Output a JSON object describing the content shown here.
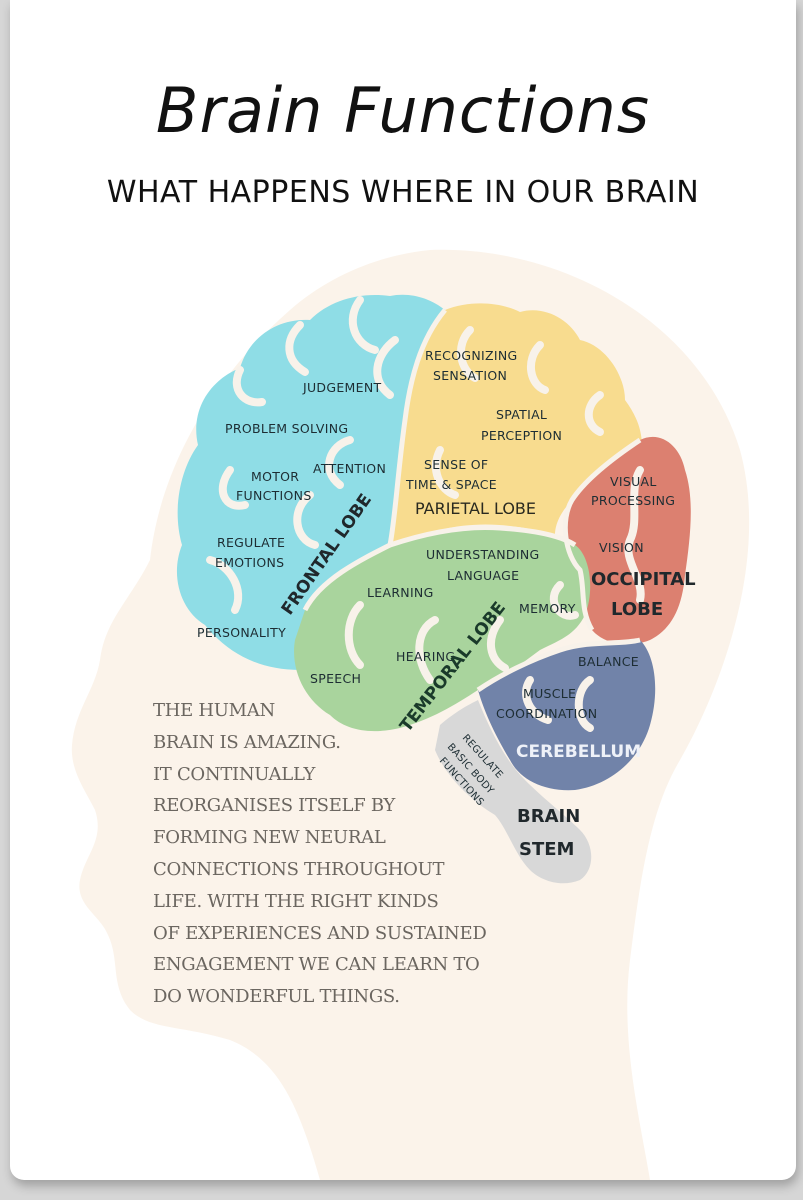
{
  "poster": {
    "title": "Brain Functions",
    "subtitle": "WHAT HAPPENS WHERE IN OUR BRAIN",
    "colors": {
      "background": "#ffffff",
      "head_silhouette": "#fbf3ea",
      "frontal": "#8fdde6",
      "parietal": "#f8dc8f",
      "occipital": "#dc8070",
      "temporal": "#a9d49d",
      "cerebellum": "#7183a9",
      "brain_stem": "#d8d8d8",
      "gyri_lines": "#f8f2ea"
    }
  },
  "lobes": {
    "frontal": {
      "name": "FRONTAL LOBE",
      "functions": [
        "JUDGEMENT",
        "PROBLEM SOLVING",
        "MOTOR",
        "FUNCTIONS",
        "ATTENTION",
        "REGULATE",
        "EMOTIONS",
        "PERSONALITY"
      ]
    },
    "parietal": {
      "name": "PARIETAL LOBE",
      "functions": [
        "RECOGNIZING",
        "SENSATION",
        "SPATIAL",
        "PERCEPTION",
        "SENSE OF",
        "TIME & SPACE"
      ]
    },
    "occipital": {
      "name_line1": "OCCIPITAL",
      "name_line2": "LOBE",
      "functions": [
        "VISUAL",
        "PROCESSING",
        "VISION"
      ]
    },
    "temporal": {
      "name": "TEMPORAL LOBE",
      "functions": [
        "UNDERSTANDING",
        "LANGUAGE",
        "LEARNING",
        "MEMORY",
        "HEARING",
        "SPEECH"
      ]
    },
    "cerebellum": {
      "name": "CEREBELLUM",
      "functions": [
        "BALANCE",
        "MUSCLE",
        "COORDINATION"
      ]
    },
    "brain_stem": {
      "name_line1": "BRAIN",
      "name_line2": "STEM",
      "functions": [
        "REGULATE",
        "BASIC BODY",
        "FUNCTIONS"
      ]
    }
  },
  "body_text": [
    "THE HUMAN",
    "BRAIN IS AMAZING.",
    "IT CONTINUALLY",
    "REORGANISES ITSELF BY",
    "FORMING NEW NEURAL",
    "CONNECTIONS THROUGHOUT",
    "LIFE. WITH THE RIGHT KINDS",
    "OF EXPERIENCES AND SUSTAINED",
    "ENGAGEMENT WE CAN LEARN TO",
    "DO WONDERFUL THINGS."
  ]
}
